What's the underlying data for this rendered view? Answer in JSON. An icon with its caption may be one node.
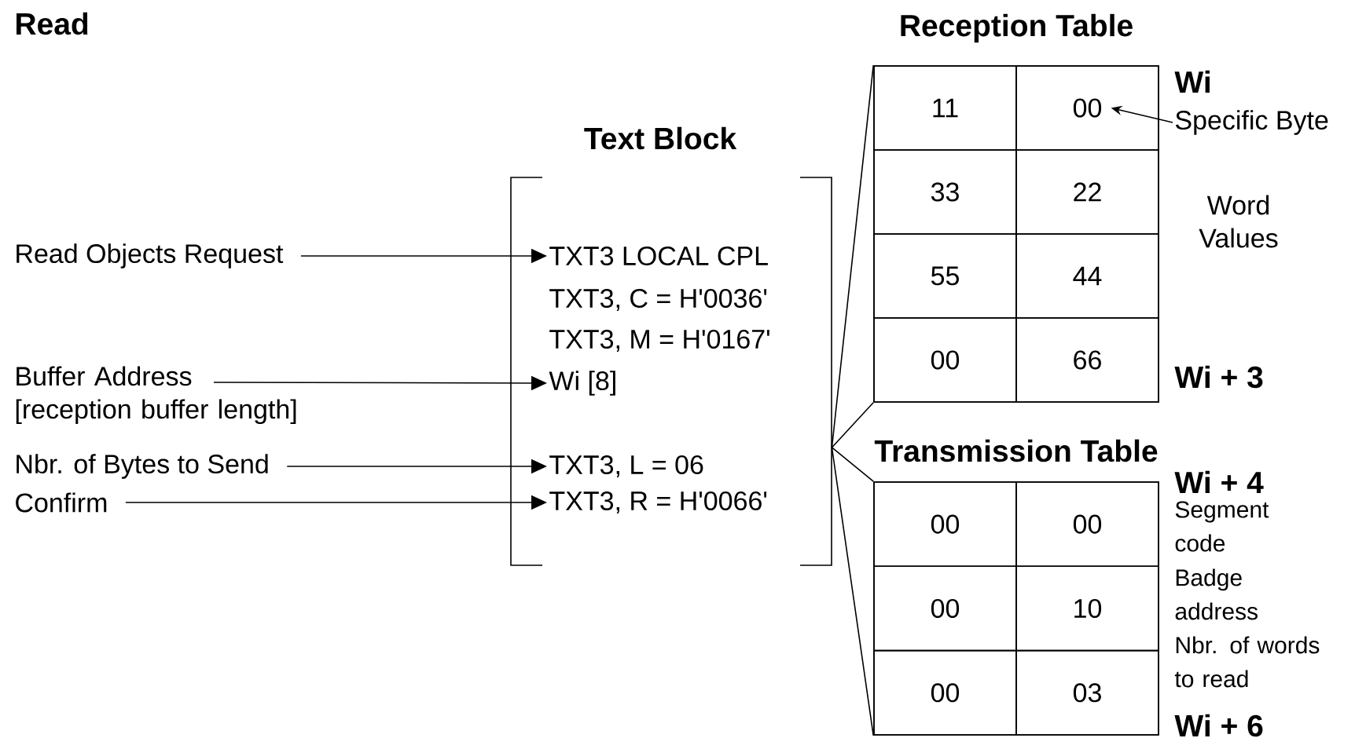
{
  "diagram": {
    "title": "Read",
    "nodes": [
      {
        "text": [
          "Read Objects Request"
        ]
      },
      {
        "text": [
          "Buffer Address [reception buffer length]"
        ]
      },
      {
        "text": [
          "Nbr. of Bytes to Send"
        ]
      },
      {
        "text": [
          "Confirm"
        ]
      },
      {
        "text": [
          "Text Block"
        ]
      },
      {
        "text": [
          "TXT3 LOCAL CPL"
        ],
        "in": 4
      },
      {
        "text": [
          "TXT3, C = H'0036'"
        ],
        "in": 4
      },
      {
        "text": [
          "TXT3, M = H'0167'"
        ],
        "in": 4
      },
      {
        "text": [
          "Wi [8]"
        ],
        "in": 4
      },
      {
        "text": [
          "TXT3, L = 06"
        ],
        "in": 4
      },
      {
        "text": [
          "TXT3, R = H'0066'"
        ],
        "in": 4
      },
      {
        "text": [
          "Reception Table"
        ]
      },
      {
        "text": [
          "00"
        ],
        "in": 11
      },
      {
        "text": [
          "Transmission Table"
        ]
      },
      {
        "text": [
          "Specific Byte"
        ]
      }
    ],
    "edges": [
      {
        "from": 0,
        "to": 5,
        "arrow": "to"
      },
      {
        "from": 1,
        "to": 8,
        "arrow": "to"
      },
      {
        "from": 2,
        "to": 9,
        "arrow": "to"
      },
      {
        "from": 3,
        "to": 10,
        "arrow": "to"
      },
      {
        "from": 14,
        "to": 12,
        "arrow": "to"
      },
      {
        "from": 4,
        "to": 11,
        "arrow": "none"
      },
      {
        "from": 4,
        "to": 13,
        "arrow": "none"
      }
    ],
    "labels": [
      "11",
      "33",
      "22",
      "55",
      "44",
      "00",
      "66",
      "Wi",
      "Word Values",
      "Wi + 3",
      "00",
      "00",
      "00",
      "10",
      "00",
      "03",
      "Wi + 4",
      "Segment code",
      "Badge address",
      "Nbr. of words to read",
      "Wi + 6"
    ]
  }
}
